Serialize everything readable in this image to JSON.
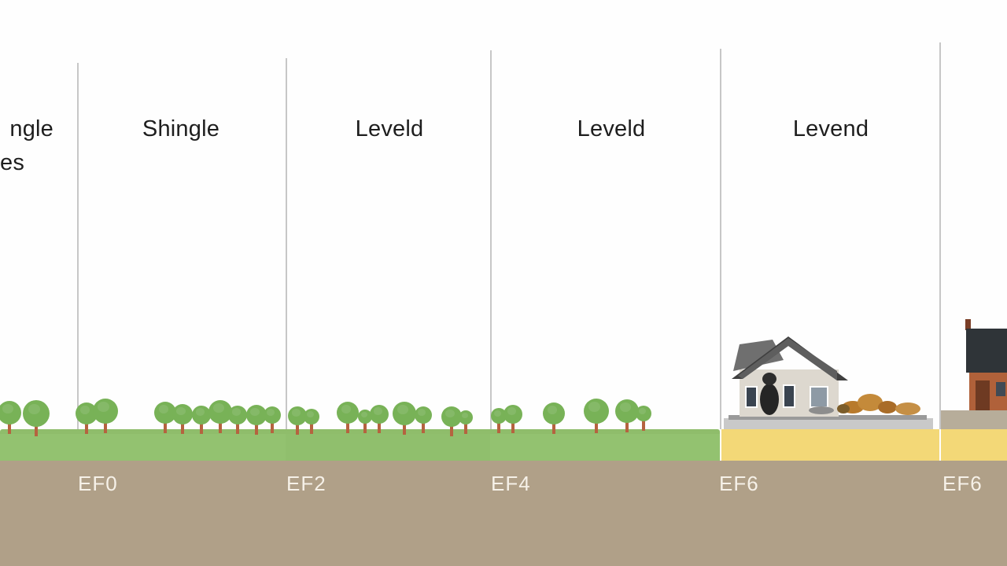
{
  "columns": [
    {
      "label_lines": [
        "ngle",
        "es"
      ]
    },
    {
      "label_lines": [
        "Shingle"
      ]
    },
    {
      "label_lines": [
        "Leveld"
      ]
    },
    {
      "label_lines": [
        "Leveld"
      ]
    },
    {
      "label_lines": [
        "Levend"
      ]
    }
  ],
  "scale_labels": [
    "EF0",
    "EF2",
    "EF4",
    "EF6",
    "EF6"
  ],
  "colors": {
    "grass": "#93c270",
    "sand": "#f3d877",
    "ground": "#b0a088",
    "tree": "#78b257",
    "trunk": "#b5633f",
    "divider": "#c7c7c7"
  }
}
